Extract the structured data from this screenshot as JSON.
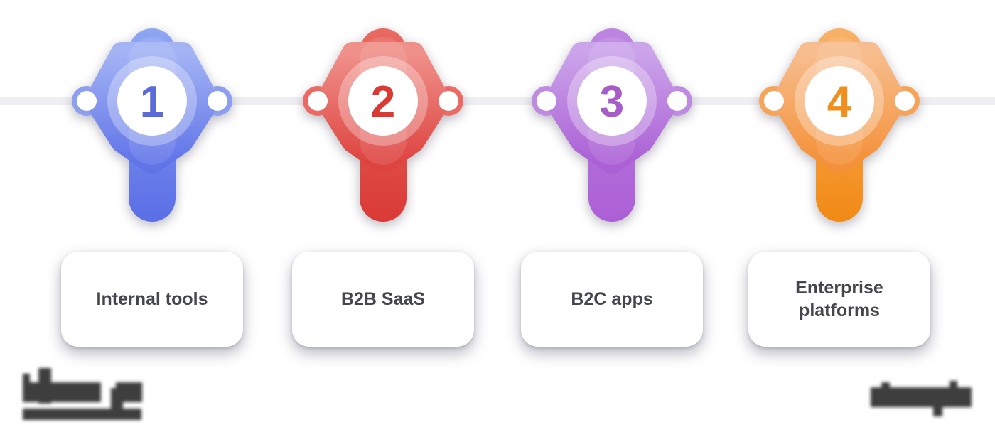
{
  "diagram": {
    "type": "timeline-steps",
    "background": "#ffffff",
    "timeline_color": "#efeff3"
  },
  "steps": [
    {
      "number": "1",
      "label": "Internal tools",
      "hex_light": "#A3B3F4",
      "hex_deep": "#6074E8",
      "stem_top": "#8FA6F2",
      "stem_bottom": "#5A6EE6",
      "ear": "#8E9FEE",
      "number_color": "#5A6CD9"
    },
    {
      "number": "2",
      "label": "B2B SaaS",
      "hex_light": "#F0908A",
      "hex_deep": "#DD433F",
      "stem_top": "#E96A62",
      "stem_bottom": "#DA3A36",
      "ear": "#EC6A63",
      "number_color": "#DA3934"
    },
    {
      "number": "3",
      "label": "B2C apps",
      "hex_light": "#CBA4EA",
      "hex_deep": "#AB60D5",
      "stem_top": "#BD85E0",
      "stem_bottom": "#AC5FD5",
      "ear": "#BE8BE1",
      "number_color": "#A85CC9"
    },
    {
      "number": "4",
      "label": "Enterprise platforms",
      "hex_light": "#F7BD8E",
      "hex_deep": "#F49138",
      "stem_top": "#F8B167",
      "stem_bottom": "#F28A14",
      "ear": "#F6A558",
      "number_color": "#F0901C"
    }
  ],
  "watermarks": {
    "left": "blurred-wordmark-with-underline",
    "right": "blurred-text"
  }
}
